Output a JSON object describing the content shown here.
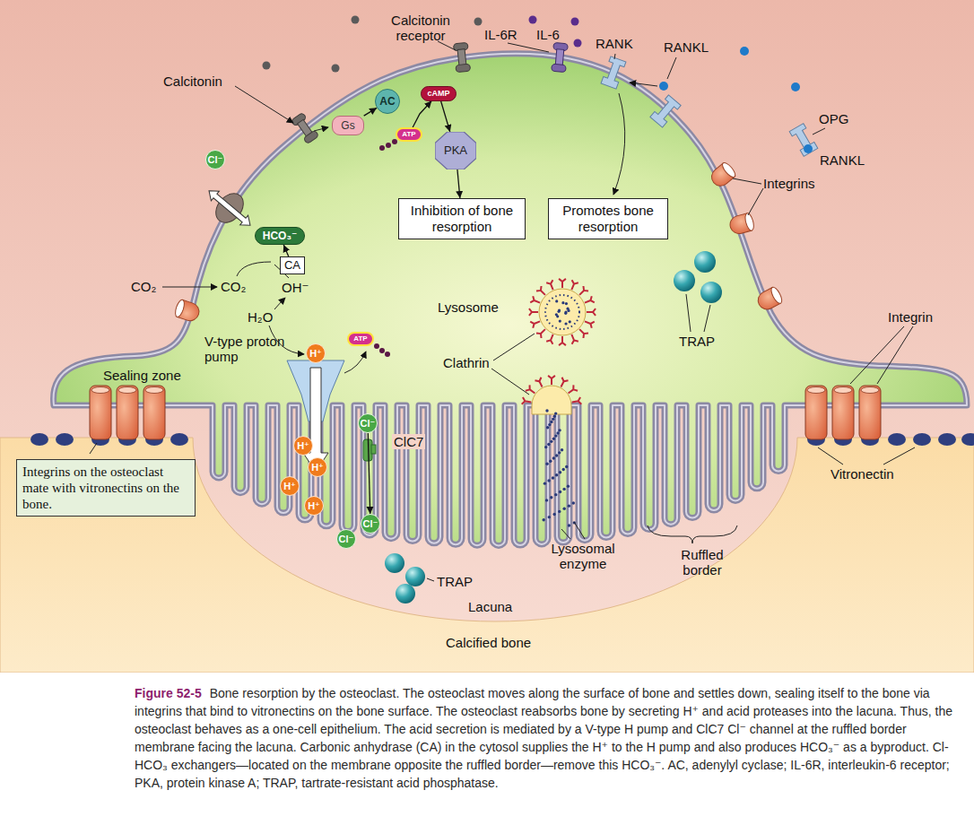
{
  "diagram": {
    "title": "Figure 52-5",
    "caption": "Bone resorption by the osteoclast. The osteoclast moves along the surface of bone and settles down, sealing itself to the bone via integrins that bind to vitronectins on the bone surface. The osteoclast reabsorbs bone by secreting H⁺ and acid proteases into the lacuna. Thus, the osteoclast behaves as a one-cell epithelium. The acid secretion is mediated by a V-type H pump and ClC7 Cl⁻ channel at the ruffled border membrane facing the lacuna. Carbonic anhydrase (CA) in the cytosol supplies the H⁺ to the H pump and also produces HCO₃⁻ as a byproduct. Cl-HCO₃ exchangers—located on the membrane opposite the ruffled border—remove this HCO₃⁻. AC, adenylyl cyclase; IL-6R, interleukin-6 receptor; PKA, protein kinase A; TRAP, tartrate-resistant acid phosphatase.",
    "nodes": [
      {
        "text": [
          "cAMP"
        ]
      },
      {
        "text": [
          "AC"
        ]
      },
      {
        "text": [
          "Gs"
        ]
      },
      {
        "text": [
          "ATP"
        ]
      },
      {
        "text": [
          "PKA"
        ]
      },
      {
        "text": [
          "Cl⁻"
        ]
      },
      {
        "text": [
          "Inhibition of bone resorption"
        ]
      },
      {
        "text": [
          "Promotes bone resorption"
        ]
      },
      {
        "text": [
          "HCO₃⁻"
        ]
      },
      {
        "text": [
          "CA"
        ]
      },
      {
        "text": [
          "ATP"
        ]
      },
      {
        "text": [
          "H⁺"
        ]
      },
      {
        "text": [
          "Cl⁻"
        ]
      },
      {
        "text": [
          "H⁺"
        ]
      },
      {
        "text": [
          "H⁺"
        ]
      },
      {
        "text": [
          "Integrins on the osteoclast mate with vitronectins on the bone."
        ]
      },
      {
        "text": [
          "H⁺"
        ]
      },
      {
        "text": [
          "H⁺"
        ]
      },
      {
        "text": [
          "Cl⁻"
        ]
      },
      {
        "text": [
          "Cl⁻"
        ]
      }
    ],
    "edges": [
      {
        "from": 2,
        "to": 1,
        "arrow": "to"
      },
      {
        "from": 3,
        "to": 0,
        "arrow": "to"
      },
      {
        "from": 0,
        "to": 4,
        "arrow": "to"
      },
      {
        "from": 4,
        "to": 6,
        "arrow": "to"
      },
      {
        "from": 9,
        "to": 8,
        "arrow": "to"
      },
      {
        "from": 12,
        "to": 18,
        "arrow": "to"
      }
    ],
    "labels": [
      "Calcitonin",
      "Calcitonin receptor",
      "IL-6R",
      "IL-6",
      "RANK",
      "RANKL",
      "OPG",
      "RANKL",
      "Integrins",
      "CO₂",
      "CO₂",
      "OH⁻",
      "H₂O",
      "V-type proton pump",
      "Sealing zone",
      "Lysosome",
      "Clathrin",
      "TRAP",
      "Integrin",
      "ClC7",
      "Vitronectin",
      "Lysosomal enzyme",
      "Ruffled border",
      "TRAP",
      "Lacuna",
      "Calcified bone"
    ]
  }
}
